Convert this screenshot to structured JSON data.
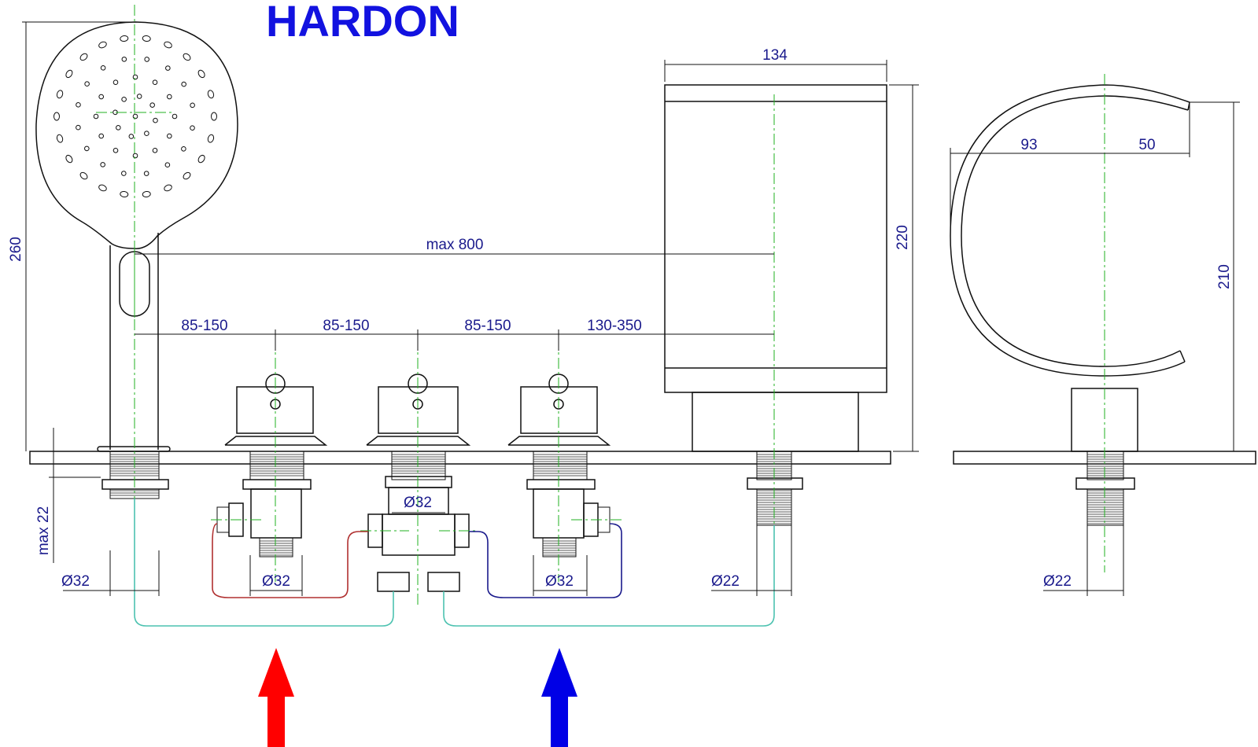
{
  "title": "HARDON",
  "dimensions": {
    "handshower_height": "260",
    "max_hose": "max 800",
    "spacing_1": "85-150",
    "spacing_2": "85-150",
    "spacing_3": "85-150",
    "spacing_4": "130-350",
    "spout_width": "134",
    "spout_height": "220",
    "max_deck": "max 22",
    "dia_shower": "Ø32",
    "dia_valve_left": "Ø32",
    "dia_center": "Ø32",
    "dia_valve_right": "Ø32",
    "dia_spout": "Ø22",
    "side_reach": "93",
    "side_opening": "50",
    "side_height": "210",
    "side_dia": "Ø22"
  },
  "colors": {
    "hot": "#ff0000",
    "cold": "#0000e6",
    "hot_hose": "#b03030",
    "cold_hose": "#1a1a8c",
    "mixed_hose": "#4cc2b0",
    "centerline": "#22b022",
    "dimension": "#1a1a8c",
    "title": "#1212e0"
  },
  "arrows": [
    "hot-water-inlet",
    "cold-water-inlet"
  ]
}
